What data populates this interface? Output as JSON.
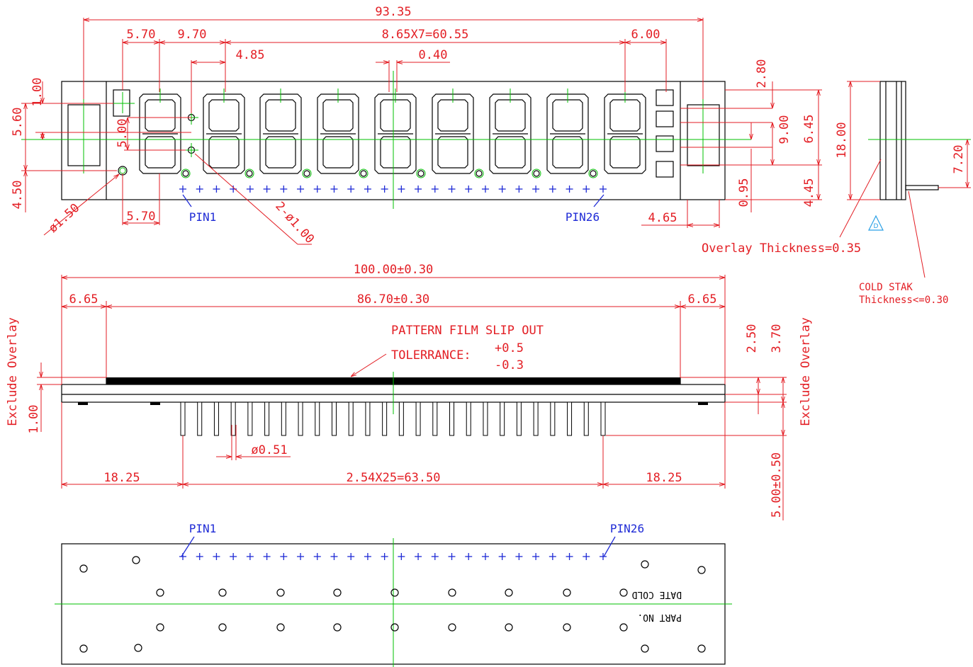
{
  "top_view": {
    "dims": {
      "overall_width": "93.35",
      "d570_top": "5.70",
      "d970": "9.70",
      "digit_pitch": "8.65X7=60.55",
      "d600": "6.00",
      "d485": "4.85",
      "d040": "0.40",
      "d100": "1.00",
      "d560": "5.60",
      "d500": "5.00",
      "d450": "4.50",
      "d570_bottom": "5.70",
      "hole_150": "ø1.50",
      "holes_2x100": "2-ø1.00",
      "d280": "2.80",
      "d900": "9.00",
      "d645": "6.45",
      "d095": "0.95",
      "d445": "4.45",
      "d465": "4.65"
    },
    "pin1": "PIN1",
    "pin26": "PIN26"
  },
  "side_view": {
    "d1800": "18.00",
    "d720": "7.20",
    "note_symbol": "D",
    "overlay_thickness": "Overlay Thickness=0.35",
    "cold_stak_line1": "COLD STAK",
    "cold_stak_line2": "Thickness<=0.30"
  },
  "front_view": {
    "overall": "100.00±0.30",
    "d665_left": "6.65",
    "inner": "86.70±0.30",
    "d665_right": "6.65",
    "pattern_film": "PATTERN FILM SLIP OUT",
    "tolerance_label": "TOLERRANCE:",
    "tol_plus": "+0.5",
    "tol_minus": "-0.3",
    "exclude_left": "Exclude Overlay",
    "exclude_right": "Exclude Overlay",
    "d100": "1.00",
    "d250": "2.50",
    "d370": "3.70",
    "pin_dia": "ø0.51",
    "d1825_left": "18.25",
    "pin_span": "2.54X25=63.50",
    "d1825_right": "18.25",
    "pin_len": "5.00±0.50"
  },
  "bottom_view": {
    "pin1": "PIN1",
    "pin26": "PIN26",
    "date_cold": "DATE COLD",
    "part_no": "PART NO."
  },
  "colors": {
    "dimension": "#e31e24",
    "centerline": "#00c000",
    "pins": "#1f2bd6",
    "outline": "#000000"
  }
}
